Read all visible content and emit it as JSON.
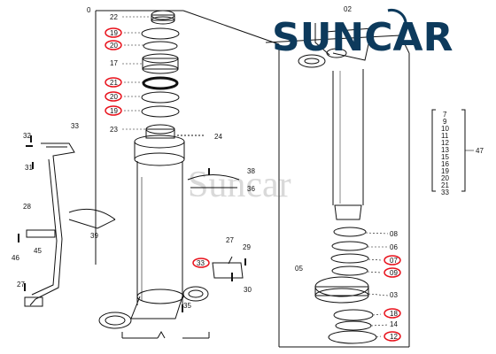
{
  "brand": {
    "logo_text": "SUNCAR",
    "watermark_text": "Suncar",
    "colors": {
      "logo": "#0d3a5c",
      "highlight": "#e8101a",
      "line": "#111111",
      "watermark": "#d9d9d9"
    }
  },
  "labels": {
    "assembly_left": "0",
    "assembly_right": "02",
    "kit_ref": "47",
    "kit_parts": [
      "7",
      "9",
      "10",
      "11",
      "12",
      "13",
      "15",
      "16",
      "19",
      "20",
      "21",
      "33"
    ],
    "left_column": [
      "22",
      "19",
      "20",
      "17",
      "21",
      "20",
      "19",
      "23",
      "24"
    ],
    "rod_parts": [
      "08",
      "06",
      "07",
      "09",
      "03",
      "18",
      "14",
      "12",
      "05"
    ],
    "side_parts": [
      "33",
      "32",
      "31",
      "28",
      "39",
      "46",
      "45",
      "27",
      "36",
      "38",
      "33",
      "27",
      "29",
      "30",
      "35"
    ]
  },
  "highlighted": [
    "19",
    "20",
    "21",
    "20",
    "19",
    "33",
    "07",
    "09",
    "18",
    "12"
  ]
}
